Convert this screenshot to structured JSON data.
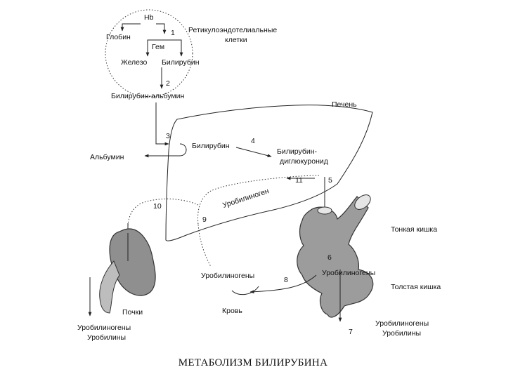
{
  "title": "МЕТАБОЛИЗМ БИЛИРУБИНА",
  "labels": {
    "hb": "Hb",
    "globin": "Глобин",
    "gem": "Гем",
    "iron": "Железо",
    "bilirubin_top": "Билирубин",
    "ret_line1": "Ретикулоэндотелиальные",
    "ret_line2": "клетки",
    "bili_albumin": "Билирубин-альбумин",
    "liver": "Печень",
    "bilirubin_liver": "Билирубин",
    "albumin": "Альбумин",
    "diglucuronide_line1": "Билирубин-",
    "diglucuronide_line2": "диглюкуронид",
    "urobilinogen_liver": "Уробилиноген",
    "small_intestine": "Тонкая кишка",
    "large_intestine": "Толстая кишка",
    "urobilinogens_intestine": "Уробилиногены",
    "urobilinogens_blood": "Уробилиногены",
    "blood": "Кровь",
    "kidneys": "Почки",
    "urine_line1": "Уробилиногены",
    "urine_line2": "Уробилины",
    "feces_line1": "Уробилиногены",
    "feces_line2": "Уробилины"
  },
  "steps": [
    "1",
    "2",
    "3",
    "4",
    "5",
    "6",
    "7",
    "8",
    "9",
    "10",
    "11"
  ]
}
